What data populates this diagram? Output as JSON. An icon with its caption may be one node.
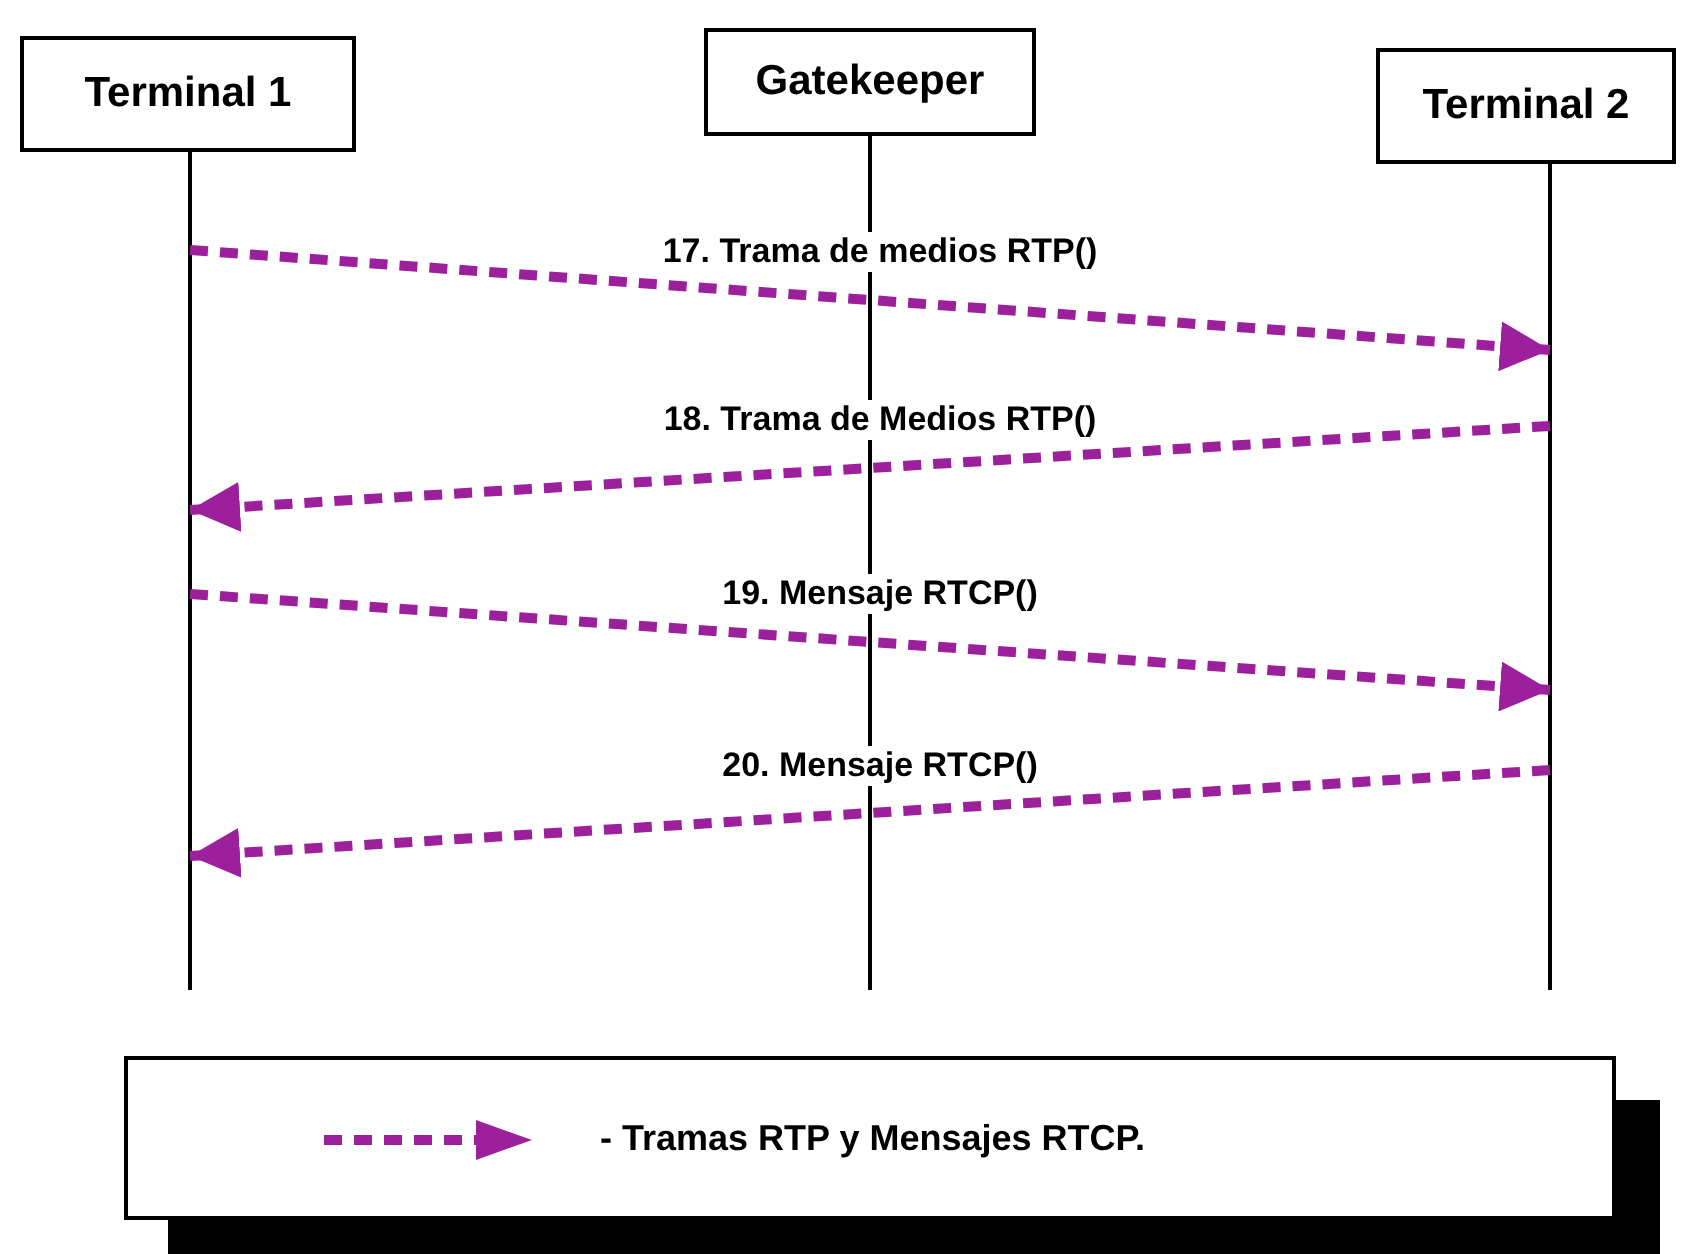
{
  "diagram": {
    "nodes": [
      {
        "text": [
          "Terminal 1"
        ]
      },
      {
        "text": [
          "Gatekeeper"
        ]
      },
      {
        "text": [
          "Terminal 2"
        ]
      }
    ],
    "edges": [
      {
        "from": 0,
        "to": 2,
        "arrow": "to",
        "label": "17. Trama de medios RTP()",
        "style": "dashed",
        "color": "#9c1f9c"
      },
      {
        "from": 2,
        "to": 0,
        "arrow": "to",
        "label": "18. Trama de Medios RTP()",
        "style": "dashed",
        "color": "#9c1f9c"
      },
      {
        "from": 0,
        "to": 2,
        "arrow": "to",
        "label": "19. Mensaje RTCP()",
        "style": "dashed",
        "color": "#9c1f9c"
      },
      {
        "from": 2,
        "to": 0,
        "arrow": "to",
        "label": "20. Mensaje RTCP()",
        "style": "dashed",
        "color": "#9c1f9c"
      }
    ],
    "legend": [
      {
        "text": "- Tramas RTP y Mensajes RTCP."
      }
    ]
  }
}
